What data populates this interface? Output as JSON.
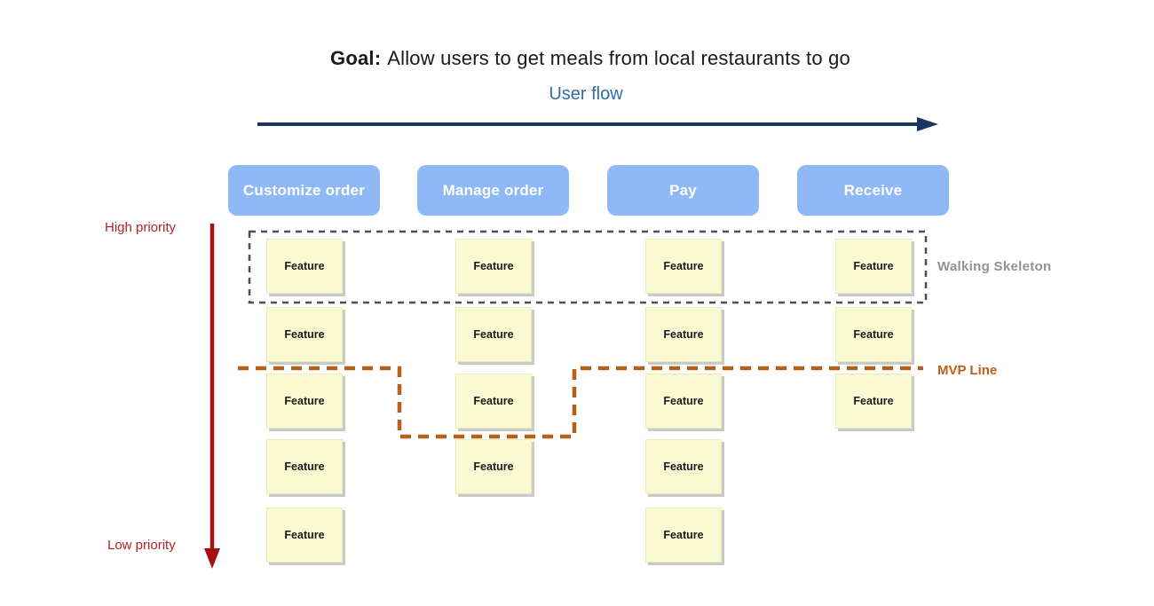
{
  "title": {
    "prefix": "Goal:",
    "text": "Allow users to get meals from local restaurants to go"
  },
  "flow": {
    "label": "User flow",
    "label_color": "#2e6da6",
    "arrow_color": "#17375e"
  },
  "priority_axis": {
    "high_label": "High priority",
    "low_label": "Low priority",
    "label_color": "#b22225",
    "arrow_color": "#a51015"
  },
  "annotations": {
    "walking_skeleton_label": "Walking Skeleton",
    "walking_skeleton_label_color": "#8f9296",
    "walking_skeleton_box_color": "#4f4f4f",
    "mvp_label": "MVP Line",
    "mvp_label_color": "#bf5f16",
    "mvp_line_color": "#b4611b"
  },
  "columns": [
    {
      "label": "Customize order",
      "features": [
        "Feature",
        "Feature",
        "Feature",
        "Feature",
        "Feature"
      ]
    },
    {
      "label": "Manage order",
      "features": [
        "Feature",
        "Feature",
        "Feature",
        "Feature"
      ]
    },
    {
      "label": "Pay",
      "features": [
        "Feature",
        "Feature",
        "Feature",
        "Feature",
        "Feature"
      ]
    },
    {
      "label": "Receive",
      "features": [
        "Feature",
        "Feature",
        "Feature"
      ]
    }
  ],
  "colors": {
    "background": "#ffffff",
    "header_bg": "#8fb8f6",
    "header_text": "#ffffff",
    "card_bg": "#fafad2",
    "card_shadow": "#c9c9c9",
    "card_text": "#1a1a1a"
  }
}
